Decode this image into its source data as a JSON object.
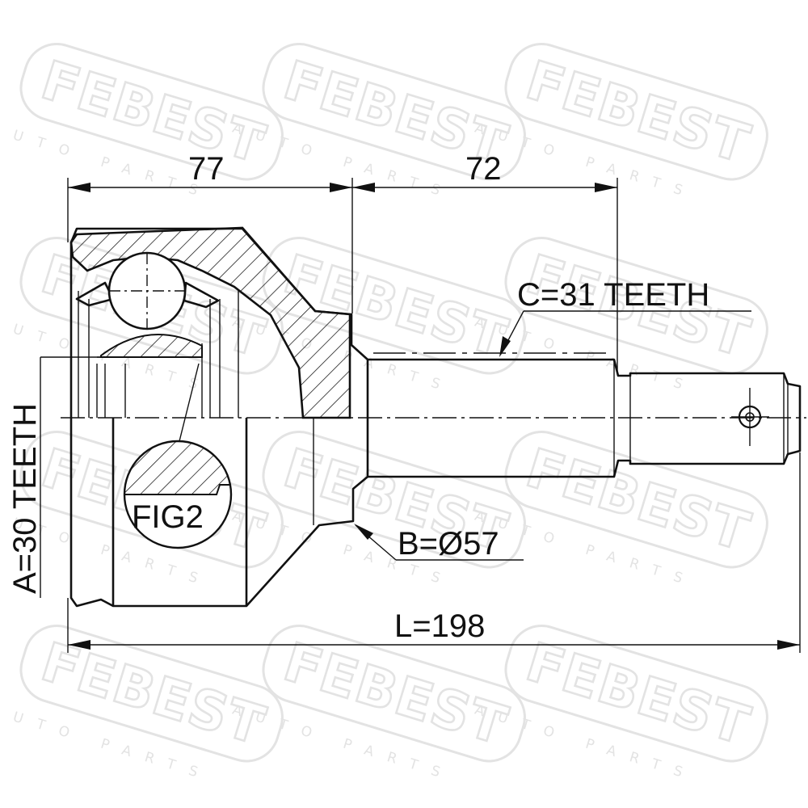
{
  "watermark": {
    "brand": "FEBEST",
    "subtitle": "AUTO PARTS"
  },
  "dimensions": {
    "housing_length": "77",
    "stem_length": "72",
    "total_length": "L=198"
  },
  "labels": {
    "spline_c": "C=31 TEETH",
    "seal_b": "B=Ø57",
    "spline_a": "A=30 TEETH",
    "figure": "FIG2"
  }
}
